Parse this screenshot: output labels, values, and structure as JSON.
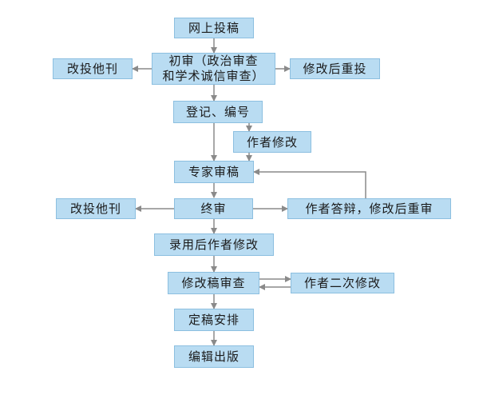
{
  "nodes": {
    "online_submission": "网上投稿",
    "initial_review_line1": "初审（政治审查",
    "initial_review_line2": "和学术诚信审查）",
    "resubmit_elsewhere_top": "改投他刊",
    "revise_resubmit": "修改后重投",
    "registration": "登记、编号",
    "author_revise": "作者修改",
    "expert_review": "专家审稿",
    "final_review": "终审",
    "resubmit_elsewhere_bottom": "改投他刊",
    "author_rebuttal": "作者答辩，修改后重审",
    "accepted_revise": "录用后作者修改",
    "revised_review": "修改稿审查",
    "second_revision": "作者二次修改",
    "final_arrangement": "定稿安排",
    "editing_publishing": "编辑出版"
  },
  "colors": {
    "box_fill": "#b9dcf2",
    "box_border": "#8cbfe0",
    "arrow": "#8a8a8a"
  }
}
